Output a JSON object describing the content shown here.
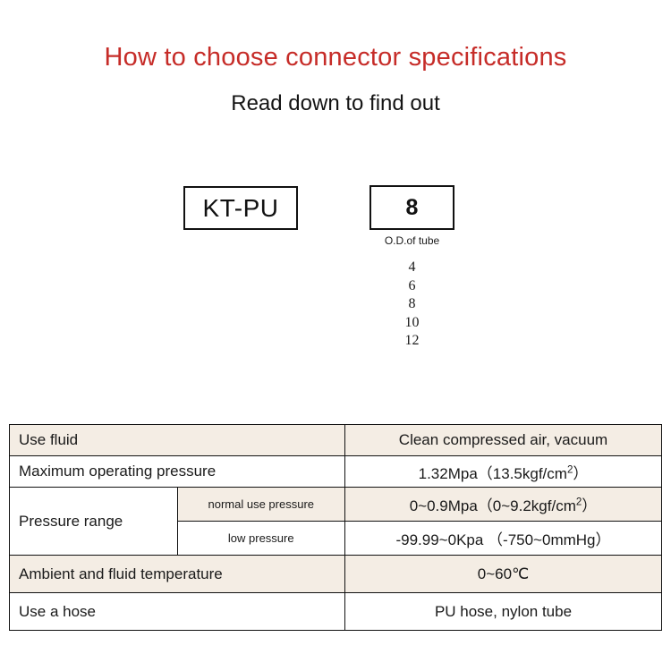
{
  "header": {
    "title": "How to choose connector specifications",
    "subtitle": "Read down to find out",
    "title_color": "#c62c28"
  },
  "selector": {
    "series_code": "KT-PU",
    "size_code": "8",
    "size_caption": "O.D.of tube",
    "size_options": [
      "4",
      "6",
      "8",
      "10",
      "12"
    ]
  },
  "spec_table": {
    "row_beige_color": "#f4ede4",
    "rows": [
      {
        "label": "Use fluid",
        "sublabel": null,
        "value": "Clean compressed air, vacuum",
        "shaded": true
      },
      {
        "label": "Maximum operating pressure",
        "sublabel": null,
        "value_prefix": "1.32Mpa",
        "value_paren_open": "（13.5kgf/cm",
        "value_sup": "2",
        "value_paren_close": "）",
        "value": "1.32Mpa （13.5kgf/cm2）",
        "shaded": false
      },
      {
        "label": "Pressure range",
        "sublabel": "normal use pressure",
        "value_prefix": "0~0.9Mpa",
        "value_paren_open": "（0~9.2kgf/cm",
        "value_sup": "2",
        "value_paren_close": "）",
        "value": "0~0.9Mpa （0~9.2kgf/cm2）",
        "shaded": true
      },
      {
        "label": "",
        "sublabel": "low pressure",
        "value": "-99.99~0Kpa （-750~0mmHg）",
        "shaded": false
      },
      {
        "label": "Ambient and fluid temperature",
        "sublabel": null,
        "value": "0~60℃",
        "shaded": true
      },
      {
        "label": "Use a hose",
        "sublabel": null,
        "value": "PU hose, nylon tube",
        "shaded": false
      }
    ]
  }
}
